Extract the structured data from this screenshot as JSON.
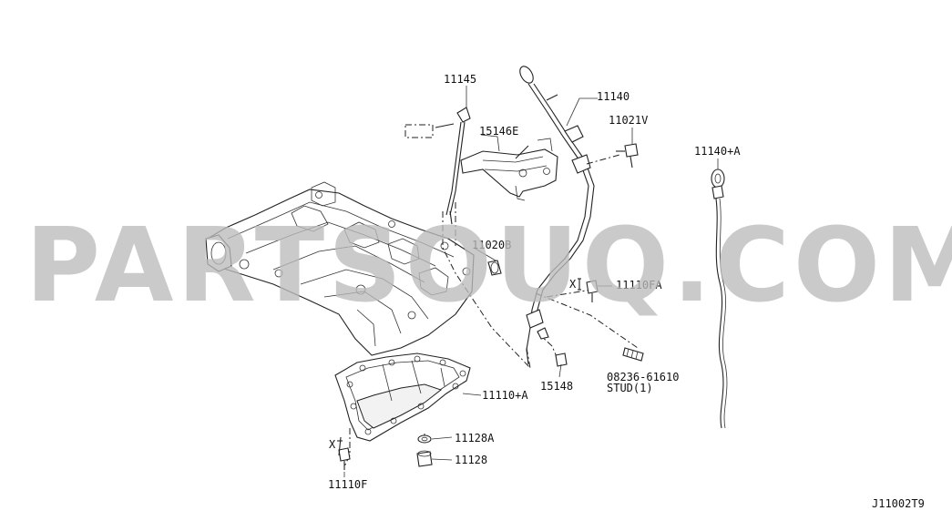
{
  "watermark": "PARTSOUQ.COM",
  "diagram_code": "J11002T9",
  "labels": {
    "p11145": "11145",
    "p11140": "11140",
    "p15146e": "15146E",
    "p11021v": "11021V",
    "p11140a": "11140+A",
    "p11020b": "11020B",
    "p11110fa": "11110FA",
    "p15148": "15148",
    "stud_number": "08236-61610",
    "stud_text": "STUD(1)",
    "p11110a": "11110+A",
    "p11128a": "11128A",
    "p11128": "11128",
    "p11110f": "11110F",
    "x_mark": "X"
  }
}
